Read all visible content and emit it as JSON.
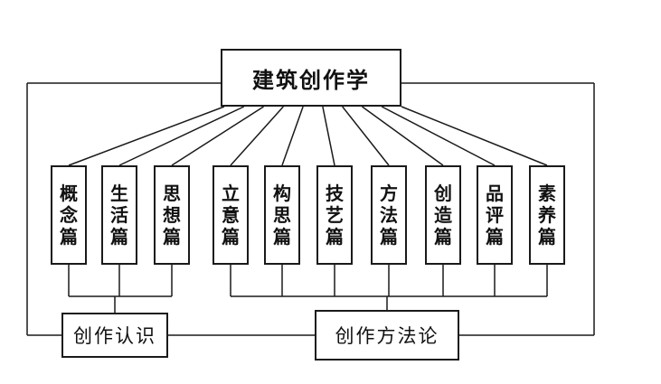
{
  "diagram": {
    "root": "建筑创作学",
    "chapters": [
      "概念篇",
      "生活篇",
      "思想篇",
      "立意篇",
      "构思篇",
      "技艺篇",
      "方法篇",
      "创造篇",
      "品评篇",
      "素养篇"
    ],
    "groups": {
      "left": "创作认识",
      "right": "创作方法论"
    }
  }
}
